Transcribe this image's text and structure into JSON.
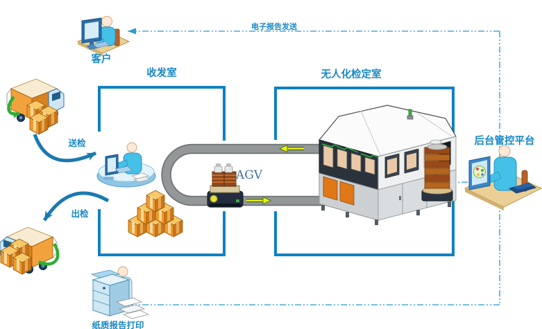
{
  "labels": {
    "report_send": "电子报告发送",
    "customer": "客户",
    "mailroom": "收发室",
    "send_inspection": "送检",
    "out_inspection": "出检",
    "agv": "AGV",
    "unmanned_room": "无人化检定室",
    "backend_platform": "后台管控平台",
    "paper_report": "纸质报告打印"
  },
  "colors": {
    "box_border": "#0f81c2",
    "dashed_line": "#45aadd",
    "dashed_arrowhead": "#2f9ad0",
    "label_text": "#1787c5",
    "agv_text": "#41719c",
    "flow_arrow": "#1a7ab0",
    "track_gray": "#949798",
    "track_edge": "#6f7273",
    "arrow_yellow": "#eef20c",
    "green_arrow": "#2fae37",
    "crate_orange": "#f0992a"
  },
  "icons": {
    "customer": "person-at-computer-icon",
    "truck_in": "delivery-truck-icon",
    "truck_out": "delivery-truck-icon",
    "reception": "person-at-desk-icon",
    "crates": "crate-stack-icon",
    "agv": "agv-cart-icon",
    "machine": "verification-machine-icon",
    "backend": "person-at-workstation-icon",
    "printer": "person-at-printer-icon"
  }
}
